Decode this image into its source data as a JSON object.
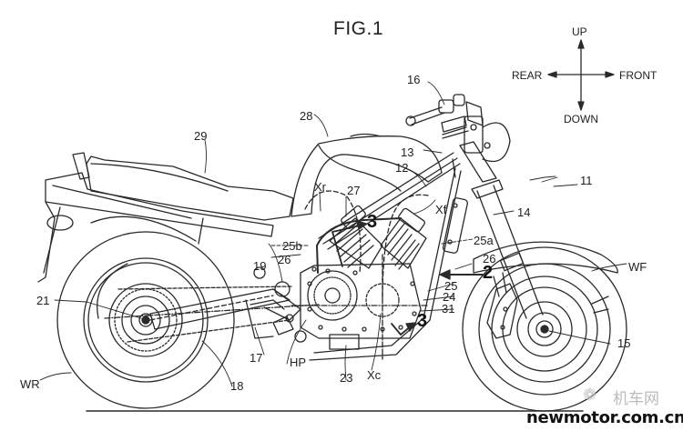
{
  "figure": {
    "title": "FIG.1",
    "line_color": "#2a2a2a",
    "background": "#ffffff"
  },
  "direction_indicator": {
    "up": "UP",
    "down": "DOWN",
    "rear": "REAR",
    "front": "FRONT"
  },
  "reference_labels": {
    "vehicle": "11",
    "frame_12": "12",
    "frame_13": "13",
    "front_fork": "14",
    "front_axle": "15",
    "handlebar": "16",
    "label_17": "17",
    "swing_arm": "18",
    "pivot": "19",
    "rear_axle": "21",
    "label_23": "23",
    "label_24": "24",
    "label_25": "25",
    "label_25a": "25a",
    "label_25b": "25b",
    "label_26_left": "26",
    "label_26_right": "26",
    "engine": "27",
    "fuel_tank": "28",
    "seat": "29",
    "label_31": "31",
    "front_wheel": "WF",
    "rear_wheel": "WR",
    "pivot_point": "HP",
    "rear_cylinder_axis": "Xr",
    "front_cylinder_axis": "Xf",
    "crank_axis": "Xc"
  },
  "section_markers": {
    "section_3_top": "3",
    "section_3_bottom": "3",
    "view_2": "2"
  },
  "watermark": {
    "site": "newmotor.com.cn",
    "chinese_name": "机车网",
    "icon": "wechat-icon"
  }
}
